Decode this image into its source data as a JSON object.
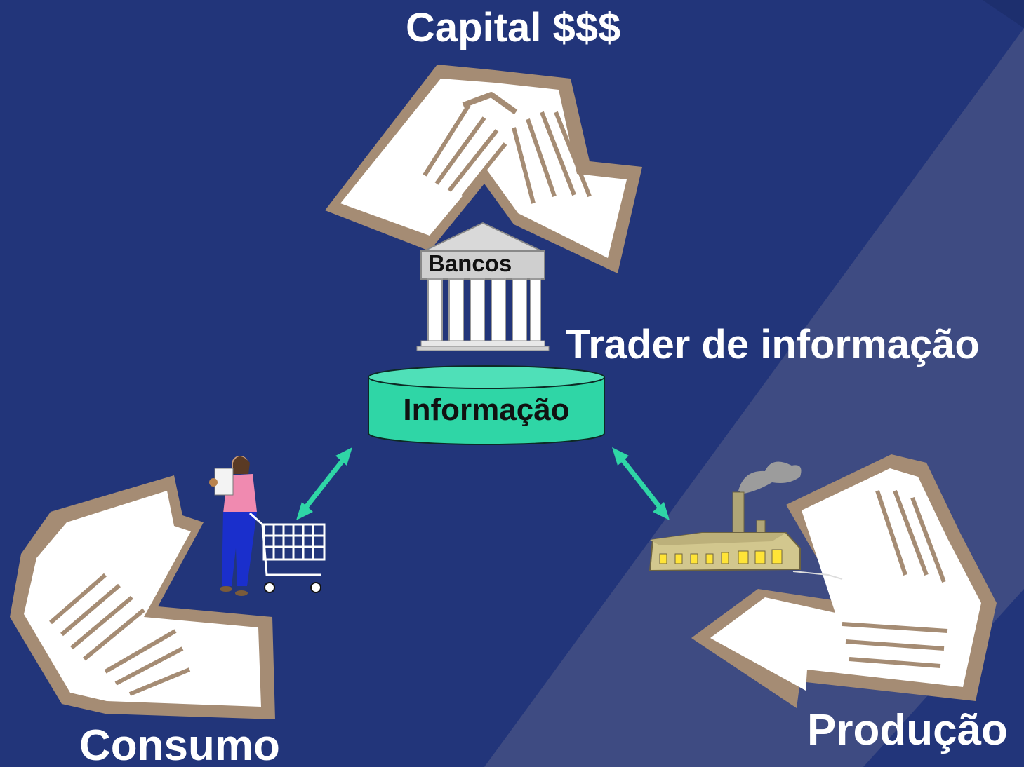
{
  "labels": {
    "capital": "Capital $$$",
    "bank": "Bancos",
    "trader": "Trader de informação",
    "database": "Informação",
    "consumo": "Consumo",
    "producao": "Produção"
  },
  "colors": {
    "background": "#22357a",
    "background_stripe": "#3e4b82",
    "database_fill": "#2fd6a6",
    "connector_arrow": "#2fd6a6",
    "recycle_border": "#a58c74",
    "recycle_fill": "#ffffff"
  },
  "icons": [
    "recycle-arrow-capital",
    "bank-building-icon",
    "database-cylinder",
    "shopper-woman-icon",
    "shopping-cart-icon",
    "factory-icon",
    "recycle-arrow-consumo",
    "recycle-arrow-producao",
    "double-arrow-left",
    "double-arrow-right"
  ]
}
